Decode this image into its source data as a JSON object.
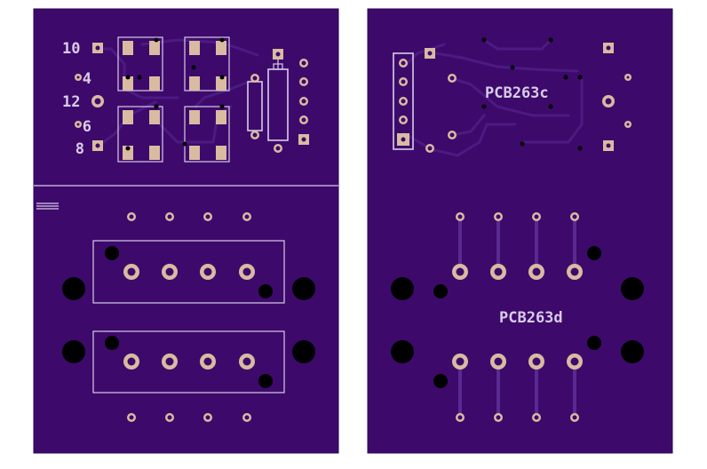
{
  "left_board": {
    "pin_labels": [
      "10",
      "4",
      "12",
      "6",
      "8"
    ]
  },
  "right_board": {
    "label_top": "PCB263c",
    "label_bottom": "PCB263d"
  },
  "colors": {
    "board": "#3d0a6b",
    "copper_pad": "#d9bba1",
    "silkscreen": "#d8cce8",
    "hole": "#000000",
    "background": "#ffffff"
  }
}
